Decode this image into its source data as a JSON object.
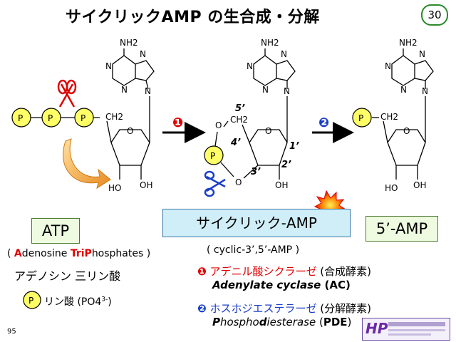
{
  "title": "サイクリックAMP の生合成・分解",
  "page_badge": "30",
  "slide_number": "95",
  "labels": {
    "atp": "ATP",
    "camp": "サイクリック-AMP",
    "amp": "5’-AMP",
    "cyclic_full": "( cyclic-3’,5’-AMP )",
    "adenosine_jp": "アデノシン 三リン酸",
    "phosphate_note": "リン酸 (PO4",
    "phosphate_sup": "3-",
    "phosphate_close": ")"
  },
  "atp_expansion": {
    "open": "( ",
    "a": "A",
    "denosine": "denosine ",
    "tri": "Tri",
    "p": "P",
    "hosphates": "hosphates )"
  },
  "enzymes": [
    {
      "marker": "❶",
      "jp": "アデニル酸シクラーゼ",
      "paren": "(合成酵素)",
      "en_italic": "Adenylate cyclase",
      "abbr": "AC"
    },
    {
      "marker": "❷",
      "jp": "ホスホジエステラーゼ",
      "paren": "(分解酵素)",
      "en_bold": "P",
      "en_italic": "hospho",
      "en_bold2": "d",
      "en_italic2": "iesterase",
      "abbr": "PDE"
    }
  ],
  "chem": {
    "nh2": "NH2",
    "n": "N",
    "o": "O",
    "ch2": "CH2",
    "p": "P",
    "ho": "HO",
    "oh": "OH",
    "pos_1": "1’",
    "pos_2": "2’",
    "pos_3": "3’",
    "pos_4": "4’",
    "pos_5": "5’"
  },
  "colors": {
    "phosphate_fill": "#ffff66",
    "red": "#e00000",
    "blue": "#1a3ec8",
    "camp_box": "#cfeef8",
    "green_box": "#eefbe0"
  },
  "logo_text": "HP"
}
